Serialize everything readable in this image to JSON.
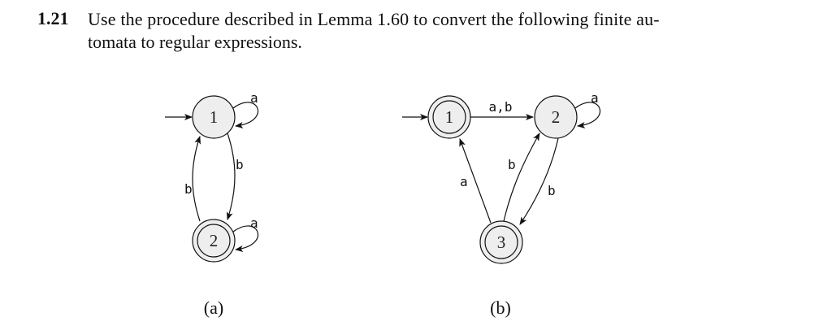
{
  "problem": {
    "number": "1.21",
    "text_line1": "Use the procedure described in Lemma 1.60 to convert the following finite au-",
    "text_line2": "tomata to regular expressions."
  },
  "automaton_a": {
    "caption": "(a)",
    "states": [
      {
        "label": "1",
        "start": true,
        "accept": false
      },
      {
        "label": "2",
        "start": false,
        "accept": true
      }
    ],
    "transitions": [
      {
        "from": "1",
        "to": "1",
        "label": "a"
      },
      {
        "from": "1",
        "to": "2",
        "label": "b"
      },
      {
        "from": "2",
        "to": "1",
        "label": "b"
      },
      {
        "from": "2",
        "to": "2",
        "label": "a"
      }
    ]
  },
  "automaton_b": {
    "caption": "(b)",
    "states": [
      {
        "label": "1",
        "start": true,
        "accept": true
      },
      {
        "label": "2",
        "start": false,
        "accept": false
      },
      {
        "label": "3",
        "start": false,
        "accept": true
      }
    ],
    "transitions": [
      {
        "from": "1",
        "to": "2",
        "label": "a,b"
      },
      {
        "from": "2",
        "to": "2",
        "label": "a"
      },
      {
        "from": "2",
        "to": "3",
        "label": "b"
      },
      {
        "from": "3",
        "to": "2",
        "label": "b"
      },
      {
        "from": "3",
        "to": "1",
        "label": "a"
      }
    ]
  },
  "colors": {
    "state_fill": "#eeeeee",
    "stroke": "#111111"
  }
}
